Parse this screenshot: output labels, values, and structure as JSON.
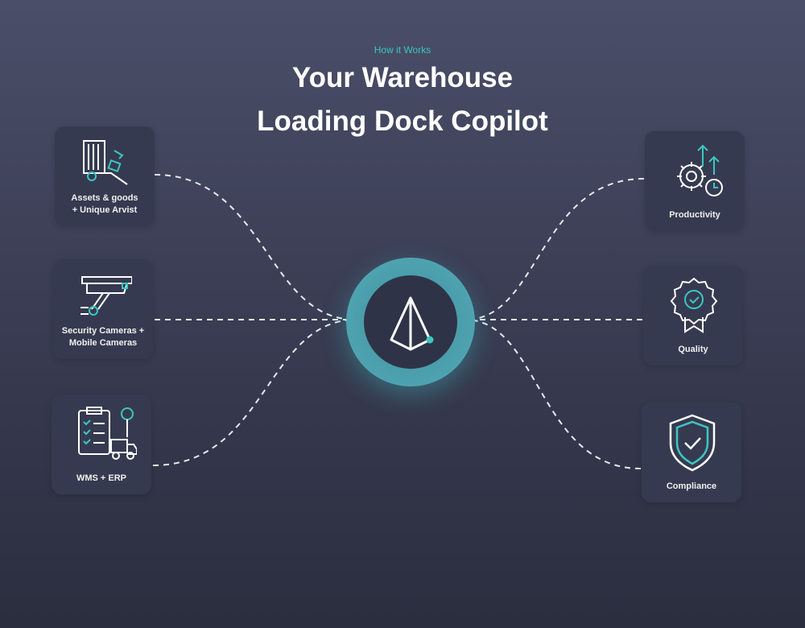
{
  "header": {
    "eyebrow": "How it Works",
    "title_line1": "Your Warehouse",
    "title_line2": "Loading Dock Copilot"
  },
  "inputs": [
    {
      "label_line1": "Assets & goods",
      "label_line2": "+ Unique Arvist",
      "icon": "truck-loading-icon"
    },
    {
      "label_line1": "Security Cameras +",
      "label_line2": "Mobile  Cameras",
      "icon": "security-camera-icon"
    },
    {
      "label_line1": "WMS + ERP",
      "label_line2": "",
      "icon": "clipboard-truck-icon"
    }
  ],
  "outputs": [
    {
      "label": "Productivity",
      "icon": "gear-growth-icon"
    },
    {
      "label": "Quality",
      "icon": "award-badge-icon"
    },
    {
      "label": "Compliance",
      "icon": "shield-check-icon"
    }
  ],
  "hub": {
    "icon": "pyramid-logo-icon"
  },
  "colors": {
    "accent": "#3cc7c0",
    "card": "#363a50"
  }
}
